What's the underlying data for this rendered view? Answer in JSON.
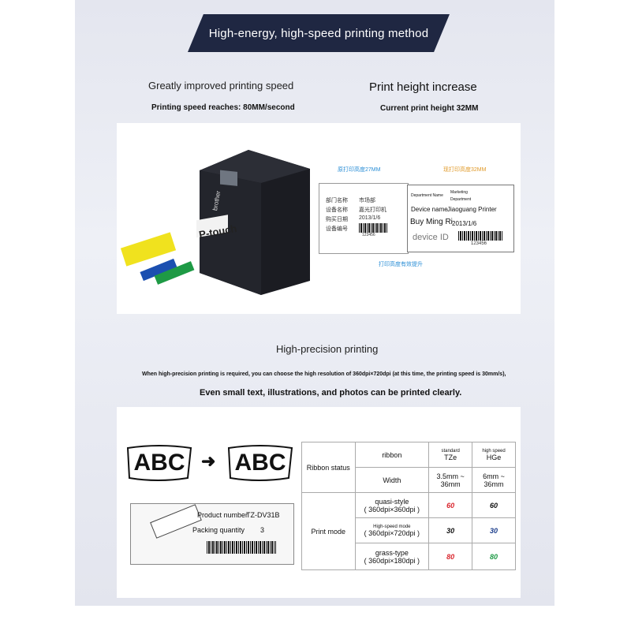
{
  "banner": {
    "title": "High-energy, high-speed printing method"
  },
  "speed": {
    "heading": "Greatly improved printing speed",
    "detail": "Printing speed reaches: 80MM/second"
  },
  "height": {
    "heading": "Print height increase",
    "detail": "Current print height 32MM"
  },
  "printer": {
    "brand": "brother",
    "model_mark": "P-touch"
  },
  "label_old": {
    "caption": "原打印高度27MM",
    "rows": [
      [
        "部门名称",
        "市场部"
      ],
      [
        "设备名称",
        "嘉光打印机"
      ],
      [
        "购买日期",
        "2013/1/6"
      ],
      [
        "设备编号",
        ""
      ]
    ],
    "barcode_number": "123456",
    "footer": "打印高度有效提升"
  },
  "label_new": {
    "caption": "现打印高度32MM",
    "department_name": "Department Name",
    "department_value": "Marketing Department",
    "device_name": "Device name",
    "device_value": "Jiaoguang Printer",
    "buy_date": "Buy Ming Ri",
    "buy_value": "2013/1/6",
    "device_id": "device ID",
    "barcode_number": "123456"
  },
  "precision": {
    "heading": "High-precision printing",
    "detail": "When high-precision printing is required, you can choose the high resolution of 360dpi×720dpi (at this time, the printing speed is 30mm/s),",
    "note": "Even small text, illustrations, and photos can be printed clearly."
  },
  "abc": {
    "left": "ABC",
    "right": "ABC"
  },
  "tape": {
    "product_label": "Product number",
    "product_value": "TZ-DV31B",
    "qty_label": "Packing quantity",
    "qty_value": "3"
  },
  "table": {
    "ribbon_status": "Ribbon status",
    "ribbon": "ribbon",
    "standard": "standard",
    "high_speed": "high speed",
    "tze": "TZe",
    "hge": "HGe",
    "width": "Width",
    "tze_min": "3.5mm ~",
    "tze_max": "36mm",
    "hge_min": "6mm ~",
    "hge_max": "36mm",
    "print_mode": "Print mode",
    "mode1_name": "quasi-style",
    "mode1_dpi": "( 360dpi×360dpi )",
    "mode1_tze": "60",
    "mode1_hge": "60",
    "mode2_name": "High-speed mode",
    "mode2_dpi": "( 360dpi×720dpi )",
    "mode2_tze": "30",
    "mode2_hge": "30",
    "mode3_name": "grass-type",
    "mode3_dpi": "( 360dpi×180dpi )",
    "mode3_tze": "80",
    "mode3_hge": "80"
  },
  "colors": {
    "banner_bg": "#1f2742",
    "red": "#d9252d",
    "blue": "#1c3e8c",
    "green": "#1e9a45"
  }
}
